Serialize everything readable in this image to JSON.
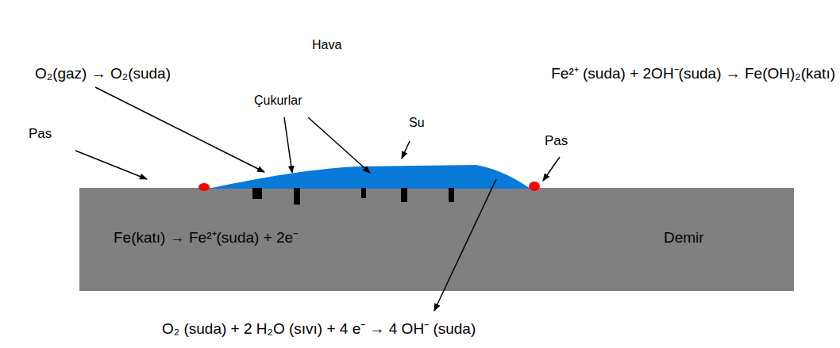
{
  "diagram": {
    "labels": [
      "Hava",
      "O₂(gaz) → O₂(suda)",
      "Çukurlar",
      "Fe²⁺ (suda) + 2OH⁻(suda) → Fe(OH)₂(katı)",
      "Su",
      "Pas",
      "Pas",
      "Fe(katı) → Fe²⁺(suda)  + 2e⁻",
      "Demir",
      "O₂ (suda) + 2 H₂O (sıvı) + 4 e⁻  → 4 OH⁻ (suda)"
    ]
  }
}
